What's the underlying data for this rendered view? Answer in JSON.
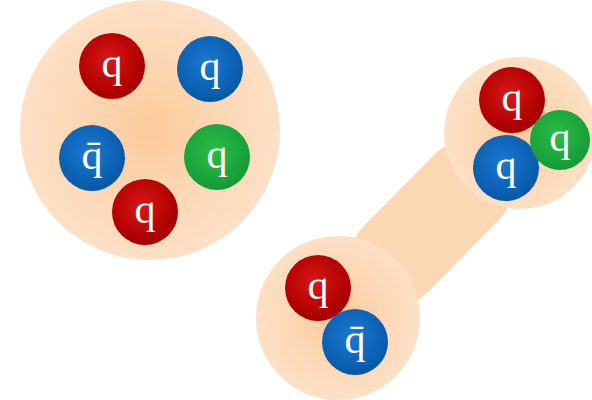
{
  "diagram": {
    "nodes": [
      {
        "text": []
      },
      {
        "text": [
          "q"
        ],
        "in": 0
      },
      {
        "text": [
          "q"
        ],
        "in": 0
      },
      {
        "text": [
          "q̄"
        ],
        "in": 0
      },
      {
        "text": [
          "q"
        ],
        "in": 0
      },
      {
        "text": [
          "q"
        ],
        "in": 0
      },
      {
        "text": []
      },
      {
        "text": [
          "q"
        ],
        "in": 6
      },
      {
        "text": [
          "q̄"
        ],
        "in": 6
      },
      {
        "text": []
      },
      {
        "text": [
          "q"
        ],
        "in": 9
      },
      {
        "text": [
          "q"
        ],
        "in": 9
      },
      {
        "text": [
          "q"
        ],
        "in": 9
      }
    ],
    "edges": [
      {
        "from": 6,
        "to": 9,
        "arrow": "none"
      }
    ]
  }
}
